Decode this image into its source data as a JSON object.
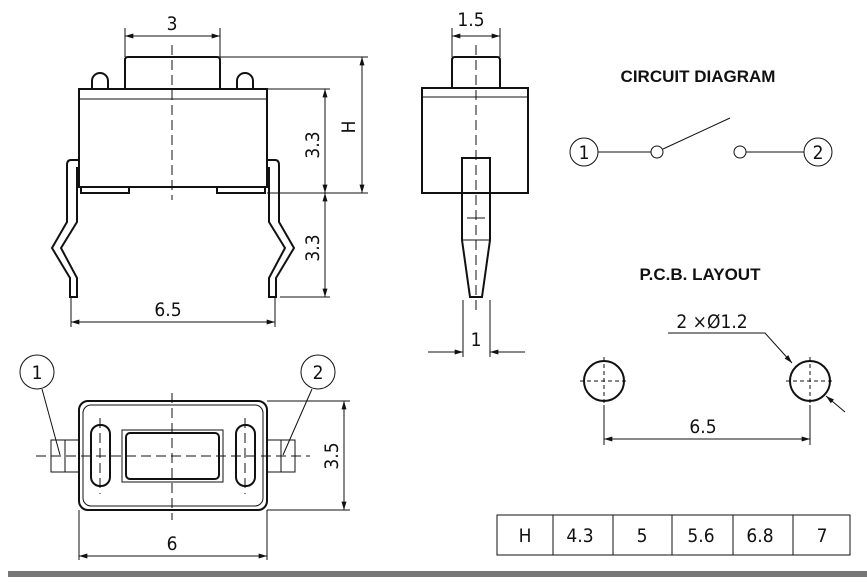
{
  "front_view": {
    "width_button": "3",
    "height_label": "H",
    "body_height": "3.3",
    "lead_length": "3.3",
    "lead_pitch": "6.5"
  },
  "side_view": {
    "button_width": "1.5",
    "lead_width": "1"
  },
  "bottom_view": {
    "pin1": "1",
    "pin2": "2",
    "height": "3.5",
    "width": "6"
  },
  "circuit": {
    "title": "CIRCUIT DIAGRAM",
    "pin1": "1",
    "pin2": "2"
  },
  "pcb": {
    "title": "P.C.B. LAYOUT",
    "holes": "2 ×Ø1.2",
    "pitch": "6.5"
  },
  "height_table": {
    "header": "H",
    "values": [
      "4.3",
      "5",
      "5.6",
      "6.8",
      "7"
    ]
  }
}
